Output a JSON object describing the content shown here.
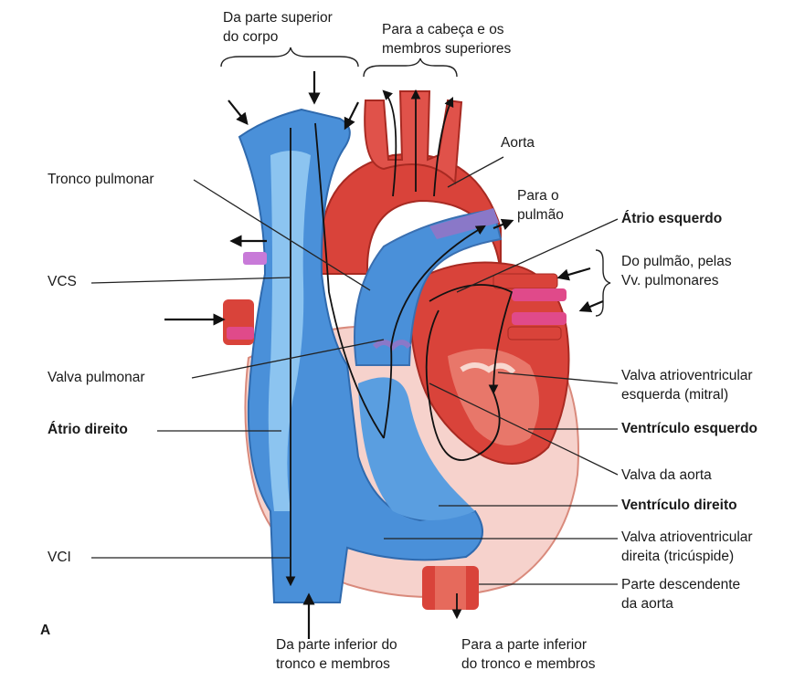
{
  "figure_letter": "A",
  "labels": {
    "top_left": [
      "Da parte superior",
      "do corpo"
    ],
    "top_right": [
      "Para a cabeça e os",
      "membros superiores"
    ],
    "aorta": "Aorta",
    "para_pulmao": [
      "Para o",
      "pulmão"
    ],
    "tronco_pulmonar": "Tronco pulmonar",
    "atrio_esquerdo": "Átrio esquerdo",
    "do_pulmao": [
      "Do pulmão, pelas",
      "Vv. pulmonares"
    ],
    "vcs": "VCS",
    "valva_pulmonar": "Valva pulmonar",
    "valva_av_esquerda": [
      "Valva atrioventricular",
      "esquerda (mitral)"
    ],
    "atrio_direito": "Átrio direito",
    "ventriculo_esquerdo": "Ventrículo esquerdo",
    "valva_aorta": "Valva da aorta",
    "ventriculo_direito": "Ventrículo direito",
    "vci": "VCI",
    "valva_av_direita": [
      "Valva atrioventricular",
      "direita (tricúspide)"
    ],
    "parte_descendente": [
      "Parte descendente",
      "da aorta"
    ],
    "bottom_left": [
      "Da parte inferior do",
      "tronco e membros"
    ],
    "bottom_right": [
      "Para a parte inferior",
      "do tronco e membros"
    ]
  },
  "colors": {
    "venous_blue": "#4a90d9",
    "venous_light": "#8cc4f0",
    "arterial_red": "#d9433a",
    "arterial_light": "#f08a7a",
    "pericardium_pink": "#f6d2cc",
    "pulmonary_vein_magenta": "#d0307a",
    "valve_purple": "#8a78c8"
  }
}
